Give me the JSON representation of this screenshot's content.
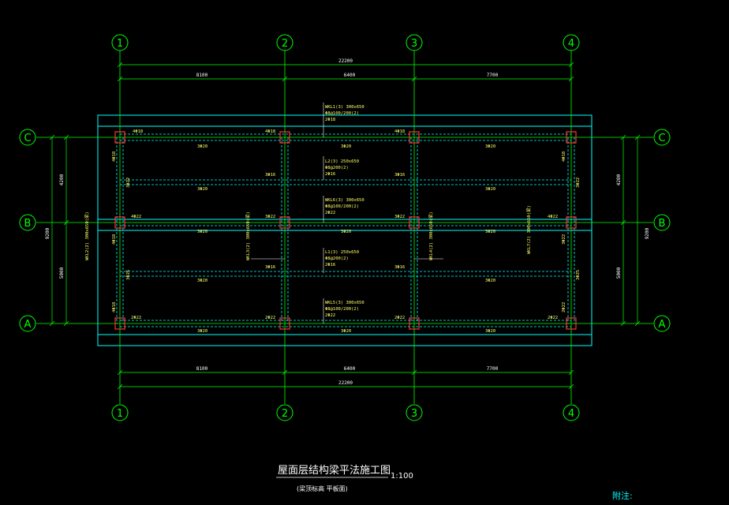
{
  "drawing": {
    "title": "屋面层结构梁平法施工图",
    "scale": "1:100",
    "subtitle": "(梁顶标高 平板面)",
    "note_label": "附注:",
    "colors": {
      "background": "#000000",
      "axis": "#00ff00",
      "wall": "#00ffff",
      "column": "#ff3333",
      "rebar": "#ffff66",
      "dimension": "#ffffff"
    },
    "axes_vertical": [
      "1",
      "2",
      "3",
      "4"
    ],
    "axes_horizontal": [
      "C",
      "B",
      "A"
    ],
    "dims_top": {
      "total": "22200",
      "spans": [
        "8100",
        "6400",
        "7700"
      ]
    },
    "dims_bottom": {
      "spans": [
        "8100",
        "6400",
        "7700"
      ],
      "total": "22200"
    },
    "dims_left": {
      "total": "9200",
      "spans": [
        "4200",
        "5000"
      ]
    },
    "dims_right": {
      "total": "9200",
      "spans": [
        "4200",
        "5000"
      ]
    },
    "beam_labels": [
      {
        "id": "wkl1",
        "lines": [
          "WKL1(3) 300x650",
          "Φ8@100/200(2)",
          "2Φ18"
        ]
      },
      {
        "id": "l2",
        "lines": [
          "L2(3) 250x650",
          "Φ8@200(2)",
          "2Φ16"
        ]
      },
      {
        "id": "wkl6",
        "lines": [
          "WKL6(3) 300x650",
          "Φ8@100/200(2)",
          "2Φ22"
        ]
      },
      {
        "id": "l1",
        "lines": [
          "L1(3) 250x650",
          "Φ8@200(2)",
          "2Φ16"
        ]
      },
      {
        "id": "wkl5",
        "lines": [
          "WKL5(3) 300x650",
          "Φ8@100/200(2)",
          "2Φ22"
        ]
      }
    ],
    "vertical_beam_labels": [
      {
        "id": "wkl2",
        "text": "WKL2(2) 300x650(梁)"
      },
      {
        "id": "wkl3",
        "text": "WKL3(2) 300x650(梁)"
      },
      {
        "id": "wkl4",
        "text": "WKL4(2) 300x650(梁)"
      },
      {
        "id": "wkl7",
        "text": "WKL7(2) 300x650(梁)"
      }
    ],
    "rebar_marks": [
      "4Φ18",
      "3Φ20",
      "3Φ16",
      "3Φ22",
      "2Φ22",
      "4Φ22",
      "3Φ25"
    ]
  }
}
